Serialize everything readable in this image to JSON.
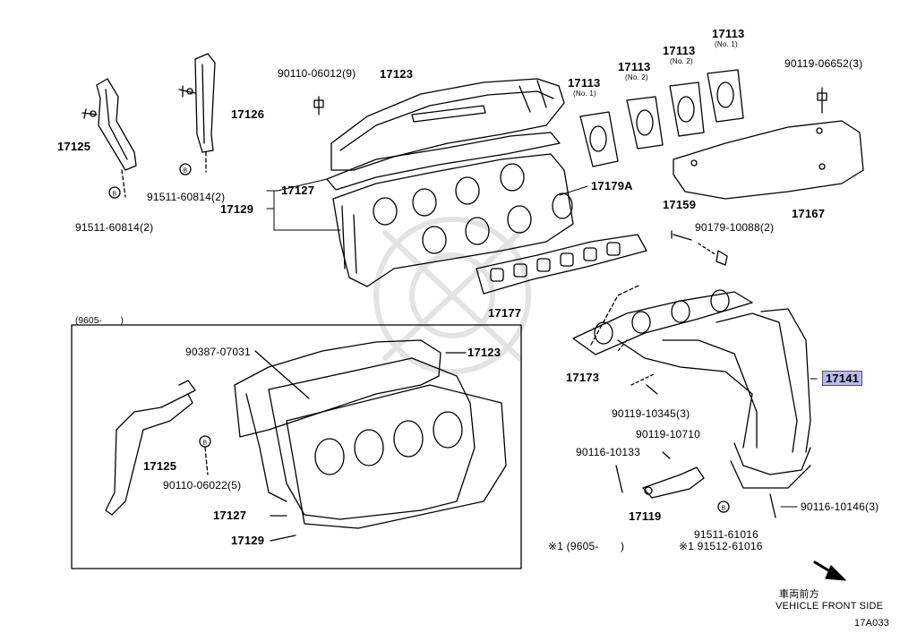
{
  "labels": {
    "p17125_top": "17125",
    "p91511_top": "91511-60814(2)",
    "p17126": "17126",
    "p91511_mid": "91511-60814(2)",
    "p90110_top": "90110-06012(9)",
    "p17123_top": "17123",
    "p17127_top": "17127",
    "p17129_top": "17129",
    "p17179a": "17179A",
    "p17177": "17177",
    "p17113_a": "17113",
    "p17113_b": "17113",
    "p17113_c": "17113",
    "p17113_d": "17113",
    "no1_a": "(No. 1)",
    "no2_a": "(No. 2)",
    "no2_b": "(No. 2)",
    "no1_b": "(No. 1)",
    "p90119_06652": "90119-06652(3)",
    "p17167": "17167",
    "p17159": "17159",
    "p90179": "90179-10088(2)",
    "p17173": "17173",
    "p17141": "17141",
    "p90119_10345": "90119-10345(3)",
    "p90119_10710": "90119-10710",
    "p90116_10133": "90116-10133",
    "p17119": "17119",
    "p90116_10146": "90116-10146(3)",
    "p91511_61016": "91511-61016",
    "p91512_61016": "※1 91512-61016",
    "note_9605": "※1 (9605-　　)",
    "inset_9605": "(9605-　　)",
    "inset_90387": "90387-07031",
    "inset_17123": "17123",
    "inset_17125": "17125",
    "inset_90110": "90110-06022(5)",
    "inset_17127": "17127",
    "inset_17129": "17129",
    "front_jp": "車両前方",
    "front_en": "VEHICLE FRONT SIDE",
    "fig_code": "17A033"
  },
  "colors": {
    "line": "#000000",
    "highlight": "#b9b9ee",
    "watermark": "#e6e6e6"
  }
}
